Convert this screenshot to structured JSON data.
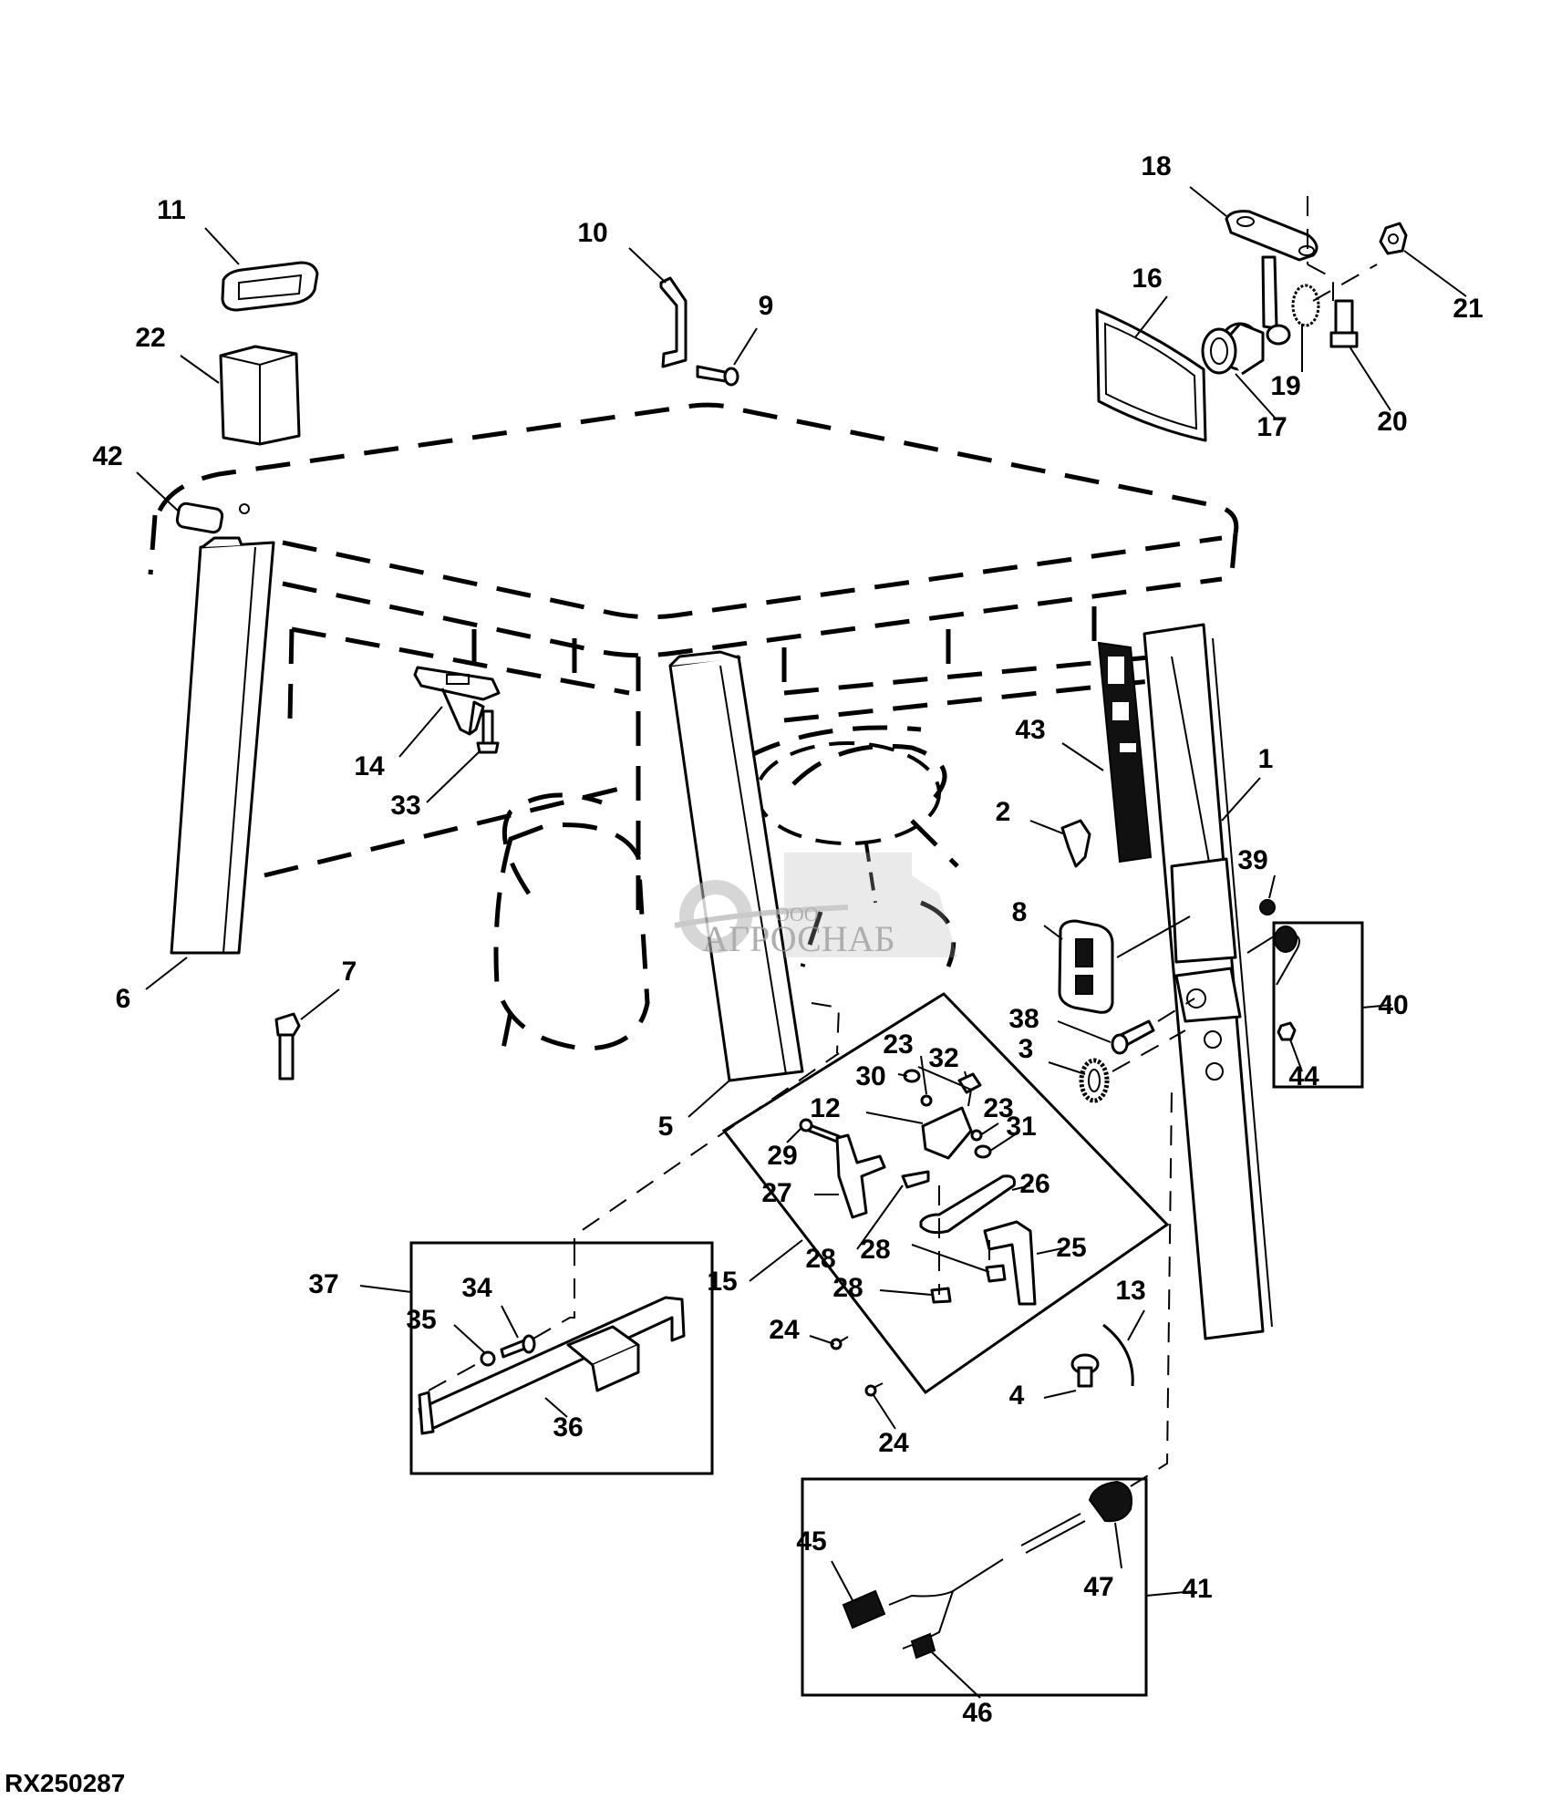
{
  "figure_id": "RX250287",
  "watermark": {
    "company_prefix": "ООО",
    "company_name": "АГРОСНАБ"
  },
  "callouts": [
    {
      "id": "1"
    },
    {
      "id": "2"
    },
    {
      "id": "3"
    },
    {
      "id": "4"
    },
    {
      "id": "5"
    },
    {
      "id": "6"
    },
    {
      "id": "7"
    },
    {
      "id": "8"
    },
    {
      "id": "9"
    },
    {
      "id": "10"
    },
    {
      "id": "11"
    },
    {
      "id": "12"
    },
    {
      "id": "13"
    },
    {
      "id": "14"
    },
    {
      "id": "15"
    },
    {
      "id": "16"
    },
    {
      "id": "17"
    },
    {
      "id": "18"
    },
    {
      "id": "19"
    },
    {
      "id": "20"
    },
    {
      "id": "21"
    },
    {
      "id": "22"
    },
    {
      "id": "23"
    },
    {
      "id": "23"
    },
    {
      "id": "24"
    },
    {
      "id": "24"
    },
    {
      "id": "25"
    },
    {
      "id": "26"
    },
    {
      "id": "27"
    },
    {
      "id": "28"
    },
    {
      "id": "28"
    },
    {
      "id": "28"
    },
    {
      "id": "29"
    },
    {
      "id": "30"
    },
    {
      "id": "31"
    },
    {
      "id": "32"
    },
    {
      "id": "33"
    },
    {
      "id": "34"
    },
    {
      "id": "35"
    },
    {
      "id": "36"
    },
    {
      "id": "37"
    },
    {
      "id": "38"
    },
    {
      "id": "39"
    },
    {
      "id": "40"
    },
    {
      "id": "41"
    },
    {
      "id": "42"
    },
    {
      "id": "43"
    },
    {
      "id": "44"
    },
    {
      "id": "45"
    },
    {
      "id": "46"
    },
    {
      "id": "47"
    }
  ]
}
